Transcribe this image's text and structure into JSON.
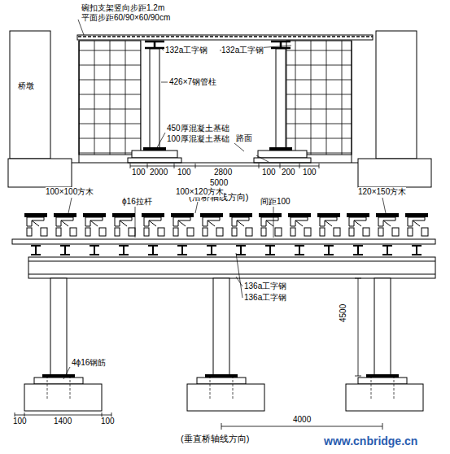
{
  "diagram": {
    "labels": [
      "碗扣支架竖向步距1.2m",
      "平面步距60/90×60/90cm",
      "132a工字钢",
      "132a工字钢",
      "桥墩",
      "426×7钢管柱",
      "450厚混凝土基础",
      "100厚混凝土基础",
      "路面",
      "100",
      "2000",
      "100",
      "2800",
      "100",
      "200",
      "100",
      "5000",
      "(沿桥轴线方向)",
      "100×100方木",
      "ϕ16拉杆",
      "100×120方木",
      "间距100",
      "120×150方木",
      "136a工字钢",
      "136a工字钢",
      "4500",
      "4ϕ16钢筋",
      "100",
      "1400",
      "100",
      "4000",
      "(垂直桥轴线方向)",
      "www.cnbridge.cn"
    ]
  }
}
